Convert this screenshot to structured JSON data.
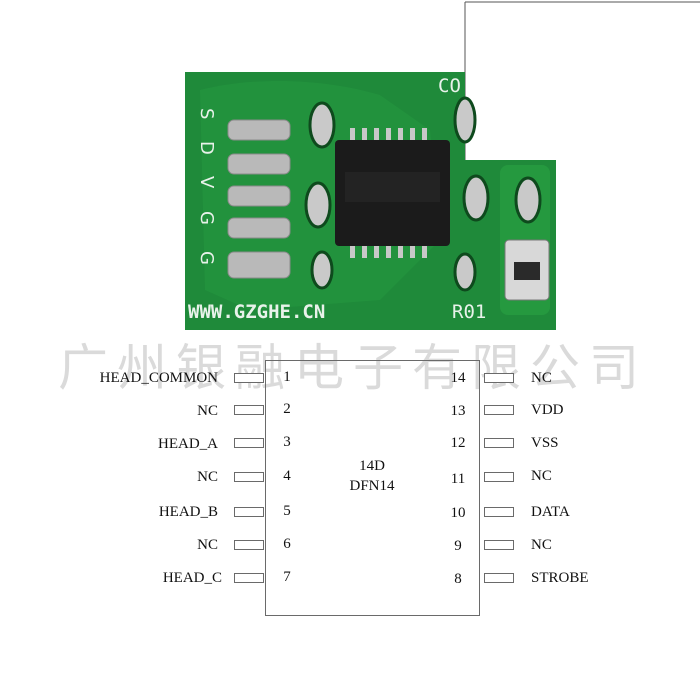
{
  "photo": {
    "board_silk_url": "WWW.GZGHE.CN",
    "board_silk_ref": "R01",
    "board_silk_partial": "CO",
    "board_side_letters": [
      "S",
      "D",
      "V",
      "G",
      "G"
    ],
    "colors": {
      "pcb": "#1f8a3a",
      "pcb_dark": "#166c2c",
      "silk": "#e8f2ea",
      "chip": "#1b1b1b",
      "pad": "#b7b7b7"
    }
  },
  "watermark": "广州银融电子有限公司",
  "chip": {
    "line1": "14D",
    "line2": "DFN14"
  },
  "pins_left": [
    {
      "num": "1",
      "name": "HEAD_COMMON"
    },
    {
      "num": "2",
      "name": "NC"
    },
    {
      "num": "3",
      "name": "HEAD_A"
    },
    {
      "num": "4",
      "name": "NC"
    },
    {
      "num": "5",
      "name": "HEAD_B"
    },
    {
      "num": "6",
      "name": "NC"
    },
    {
      "num": "7",
      "name": "HEAD_C"
    }
  ],
  "pins_right": [
    {
      "num": "14",
      "name": "NC"
    },
    {
      "num": "13",
      "name": "VDD"
    },
    {
      "num": "12",
      "name": "VSS"
    },
    {
      "num": "11",
      "name": "NC"
    },
    {
      "num": "10",
      "name": "DATA"
    },
    {
      "num": "9",
      "name": "NC"
    },
    {
      "num": "8",
      "name": "STROBE"
    }
  ]
}
